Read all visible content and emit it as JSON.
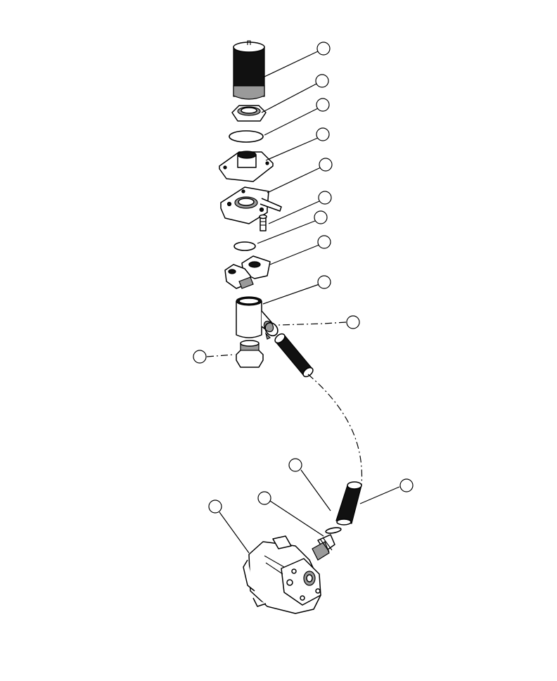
{
  "diagram": {
    "type": "exploded-parts-view",
    "callouts": [
      {
        "id": "callout-filter-element",
        "label": ""
      },
      {
        "id": "callout-filter-nut",
        "label": ""
      },
      {
        "id": "callout-large-oring",
        "label": ""
      },
      {
        "id": "callout-top-flange",
        "label": ""
      },
      {
        "id": "callout-filter-head",
        "label": ""
      },
      {
        "id": "callout-bolt",
        "label": ""
      },
      {
        "id": "callout-small-oring",
        "label": ""
      },
      {
        "id": "callout-split-flange",
        "label": ""
      },
      {
        "id": "callout-tee-fitting",
        "label": ""
      },
      {
        "id": "callout-hose-clamp",
        "label": ""
      },
      {
        "id": "callout-hex-adapter",
        "label": ""
      },
      {
        "id": "callout-hose-end",
        "label": ""
      },
      {
        "id": "callout-pump-oring",
        "label": ""
      },
      {
        "id": "callout-hose-lower",
        "label": ""
      },
      {
        "id": "callout-pump",
        "label": ""
      }
    ]
  }
}
